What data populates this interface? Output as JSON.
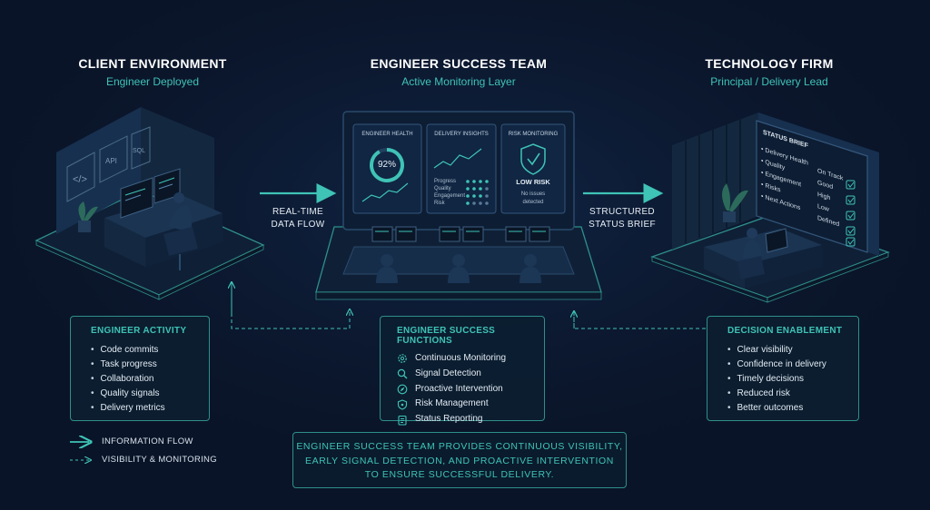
{
  "columns": {
    "client": {
      "title": "CLIENT ENVIRONMENT",
      "subtitle": "Engineer Deployed"
    },
    "success": {
      "title": "ENGINEER SUCCESS TEAM",
      "subtitle": "Active Monitoring Layer"
    },
    "firm": {
      "title": "TECHNOLOGY FIRM",
      "subtitle": "Principal / Delivery Lead"
    }
  },
  "flows": {
    "left": {
      "line1": "REAL-TIME",
      "line2": "DATA FLOW"
    },
    "right": {
      "line1": "STRUCTURED",
      "line2": "STATUS BRIEF"
    }
  },
  "client_icons": {
    "code": "</>",
    "cloud": "API",
    "db": "SQL"
  },
  "dashboard": {
    "health": {
      "title": "ENGINEER HEALTH",
      "value": "92%",
      "percent": 92
    },
    "insights": {
      "title": "DELIVERY INSIGHTS",
      "rows": [
        "Progress",
        "Quality",
        "Engagement",
        "Risk"
      ]
    },
    "risk": {
      "title": "RISK MONITORING",
      "status": "LOW RISK",
      "line1": "No issues",
      "line2": "detected"
    }
  },
  "status_brief": {
    "title": "STATUS BRIEF",
    "items": [
      "Delivery Health",
      "Quality",
      "Engagement",
      "Risks",
      "Next Actions"
    ],
    "values": [
      "On Track",
      "Good",
      "High",
      "Low",
      "Defined"
    ]
  },
  "activity": {
    "title": "ENGINEER ACTIVITY",
    "items": [
      "Code commits",
      "Task progress",
      "Collaboration",
      "Quality signals",
      "Delivery metrics"
    ]
  },
  "functions": {
    "title": "ENGINEER SUCCESS FUNCTIONS",
    "items": [
      "Continuous Monitoring",
      "Signal Detection",
      "Proactive Intervention",
      "Risk Management",
      "Status Reporting"
    ]
  },
  "decision": {
    "title": "DECISION ENABLEMENT",
    "items": [
      "Clear visibility",
      "Confidence in delivery",
      "Timely decisions",
      "Reduced risk",
      "Better outcomes"
    ]
  },
  "legend": {
    "solid": "INFORMATION FLOW",
    "dashed": "VISIBILITY & MONITORING"
  },
  "banner": {
    "line1": "ENGINEER SUCCESS TEAM PROVIDES CONTINUOUS VISIBILITY,",
    "line2": "EARLY SIGNAL DETECTION, AND PROACTIVE INTERVENTION",
    "line3": "TO ENSURE SUCCESSFUL DELIVERY."
  },
  "colors": {
    "background": "#0a1428",
    "accent": "#3fc3b6",
    "border": "#2f8f8a",
    "text": "#e3ebf3"
  }
}
